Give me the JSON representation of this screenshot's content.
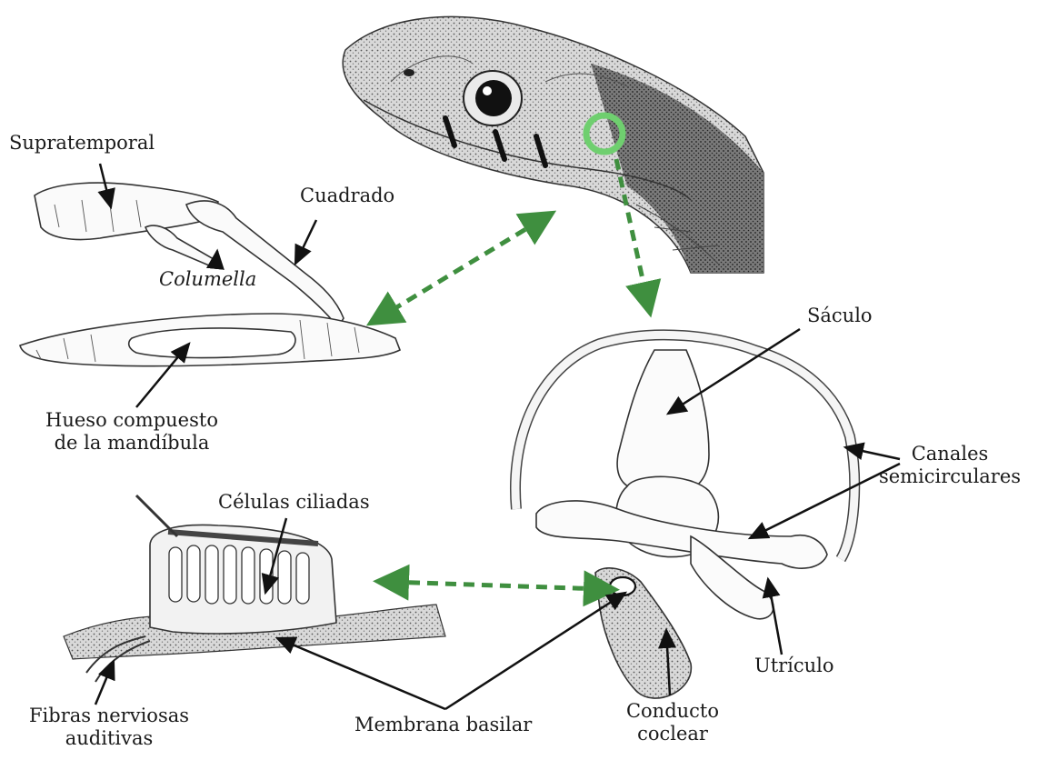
{
  "labels": {
    "supratemporal": "Supratemporal",
    "cuadrado": "Cuadrado",
    "columella": "Columella",
    "hueso_line1": "Hueso compuesto",
    "hueso_line2": "de la mandíbula",
    "saculo": "Sáculo",
    "canales_line1": "Canales",
    "canales_line2": "semicirculares",
    "celulas": "Células ciliadas",
    "utriculo": "Utrículo",
    "fibras_line1": "Fibras nerviosas",
    "fibras_line2": "auditivas",
    "membrana": "Membrana basilar",
    "conducto_line1": "Conducto",
    "conducto_line2": "coclear"
  },
  "colors": {
    "arrow_green": "#3f8f3f",
    "highlight_ring": "#6fcf6f",
    "leader_line": "#111111"
  }
}
